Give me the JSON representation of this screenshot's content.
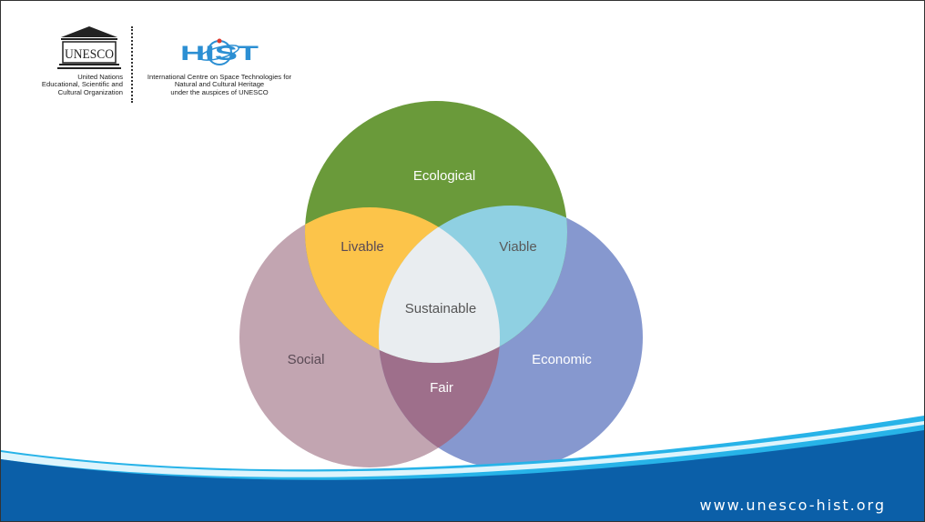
{
  "header": {
    "unesco_logo_text": "UNESCO",
    "unesco_lines": [
      "United Nations",
      "Educational, Scientific and",
      "Cultural Organization"
    ],
    "hist_logo_text": "HIST",
    "hist_lines": [
      "International Centre on Space Technologies for",
      "Natural and Cultural Heritage",
      "under the auspices of UNESCO"
    ]
  },
  "diagram": {
    "circles": [
      {
        "name": "Ecological",
        "color": "#6a9a3a"
      },
      {
        "name": "Social",
        "color": "#c2a5b1"
      },
      {
        "name": "Economic",
        "color": "#8698cf"
      }
    ],
    "overlaps": {
      "ecological_social": {
        "label": "Livable",
        "color": "#fcc44a"
      },
      "ecological_economic": {
        "label": "Viable",
        "color": "#8fd0e2"
      },
      "social_economic": {
        "label": "Fair",
        "color": "#9e6f8b"
      },
      "center": {
        "label": "Sustainable",
        "color": "#e9edf0"
      }
    }
  },
  "footer": {
    "url": "www.unesco-hist.org",
    "wave_color_dark": "#0b5fa8",
    "wave_color_light": "#27b3e8"
  }
}
